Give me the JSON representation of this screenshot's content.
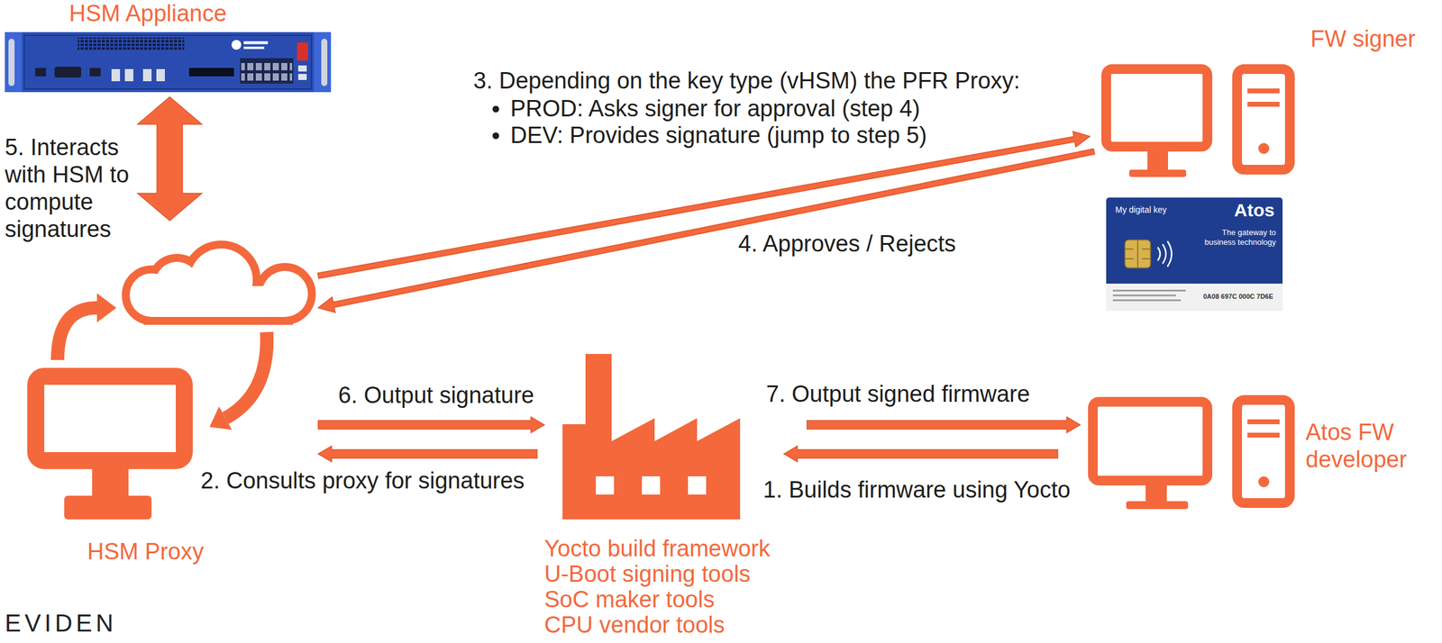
{
  "diagram": {
    "nodes": [
      {
        "text": [
          "HSM Appliance"
        ]
      },
      {
        "text": [
          "FW signer"
        ]
      },
      {
        "text": [
          "My digital key",
          "Atos",
          "The gateway to business technology",
          "0A08 697C 000C 7D6E"
        ]
      },
      {
        "text": [
          "HSM Proxy"
        ]
      },
      {
        "text": [
          "Yocto build framework",
          "U-Boot signing tools",
          "SoC maker tools",
          "CPU vendor tools"
        ]
      },
      {
        "text": [
          "Atos FW developer"
        ]
      }
    ],
    "edges": [
      {
        "from": 5,
        "to": 4,
        "arrow": "to",
        "label": "1. Builds firmware using Yocto"
      },
      {
        "from": 4,
        "to": 3,
        "arrow": "to",
        "label": "2. Consults proxy for signatures"
      },
      {
        "from": 3,
        "to": 1,
        "arrow": "to",
        "label": "3. Depending on the key type (vHSM) the PFR Proxy:"
      },
      {
        "from": 1,
        "to": 3,
        "arrow": "to",
        "label": "4. Approves / Rejects"
      },
      {
        "from": 3,
        "to": 0,
        "arrow": "both",
        "label": "5. Interacts with HSM to compute signatures"
      },
      {
        "from": 3,
        "to": 4,
        "arrow": "to",
        "label": "6. Output signature"
      },
      {
        "from": 4,
        "to": 5,
        "arrow": "to",
        "label": "7. Output signed firmware"
      }
    ],
    "labels": [
      "PROD: Asks signer for approval (step 4)",
      "DEV: Provides signature (jump to step 5)",
      "EVIDEN"
    ]
  }
}
